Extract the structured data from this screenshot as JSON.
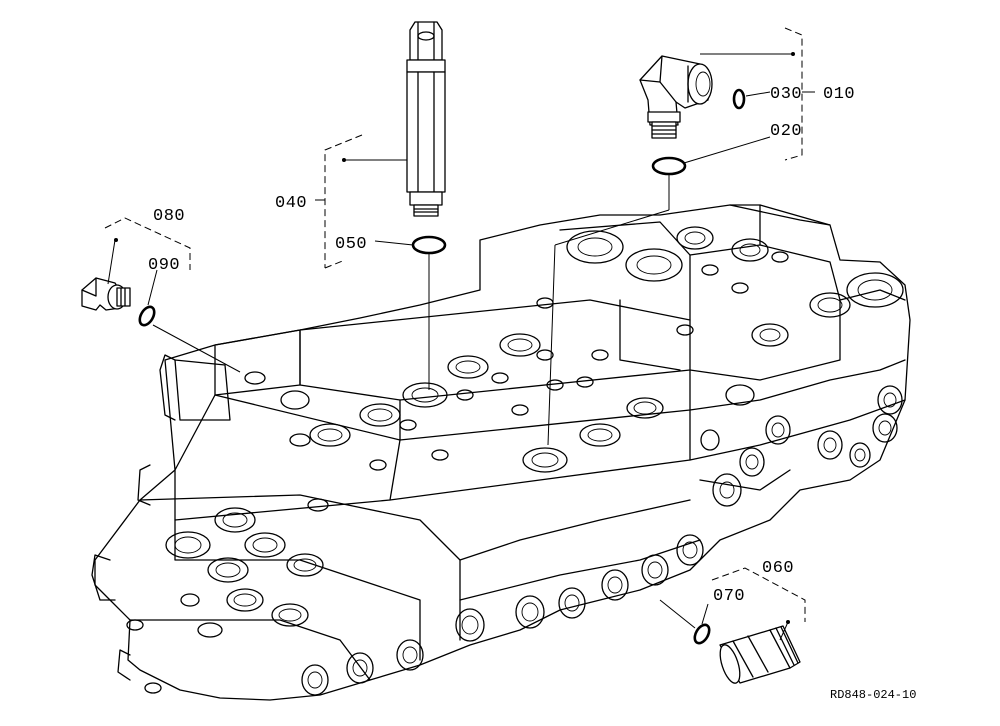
{
  "callouts": {
    "p010": "010",
    "p020": "020",
    "p030": "030",
    "p040": "040",
    "p050": "050",
    "p060": "060",
    "p070": "070",
    "p080": "080",
    "p090": "090"
  },
  "drawing_id": "RD848-024-10",
  "icons": {
    "assembly": "control-valve-assembly-icon",
    "elbow_fitting": "elbow-fitting-icon",
    "relief_valve": "relief-valve-icon",
    "plug": "plug-icon",
    "o_ring": "o-ring-icon"
  }
}
